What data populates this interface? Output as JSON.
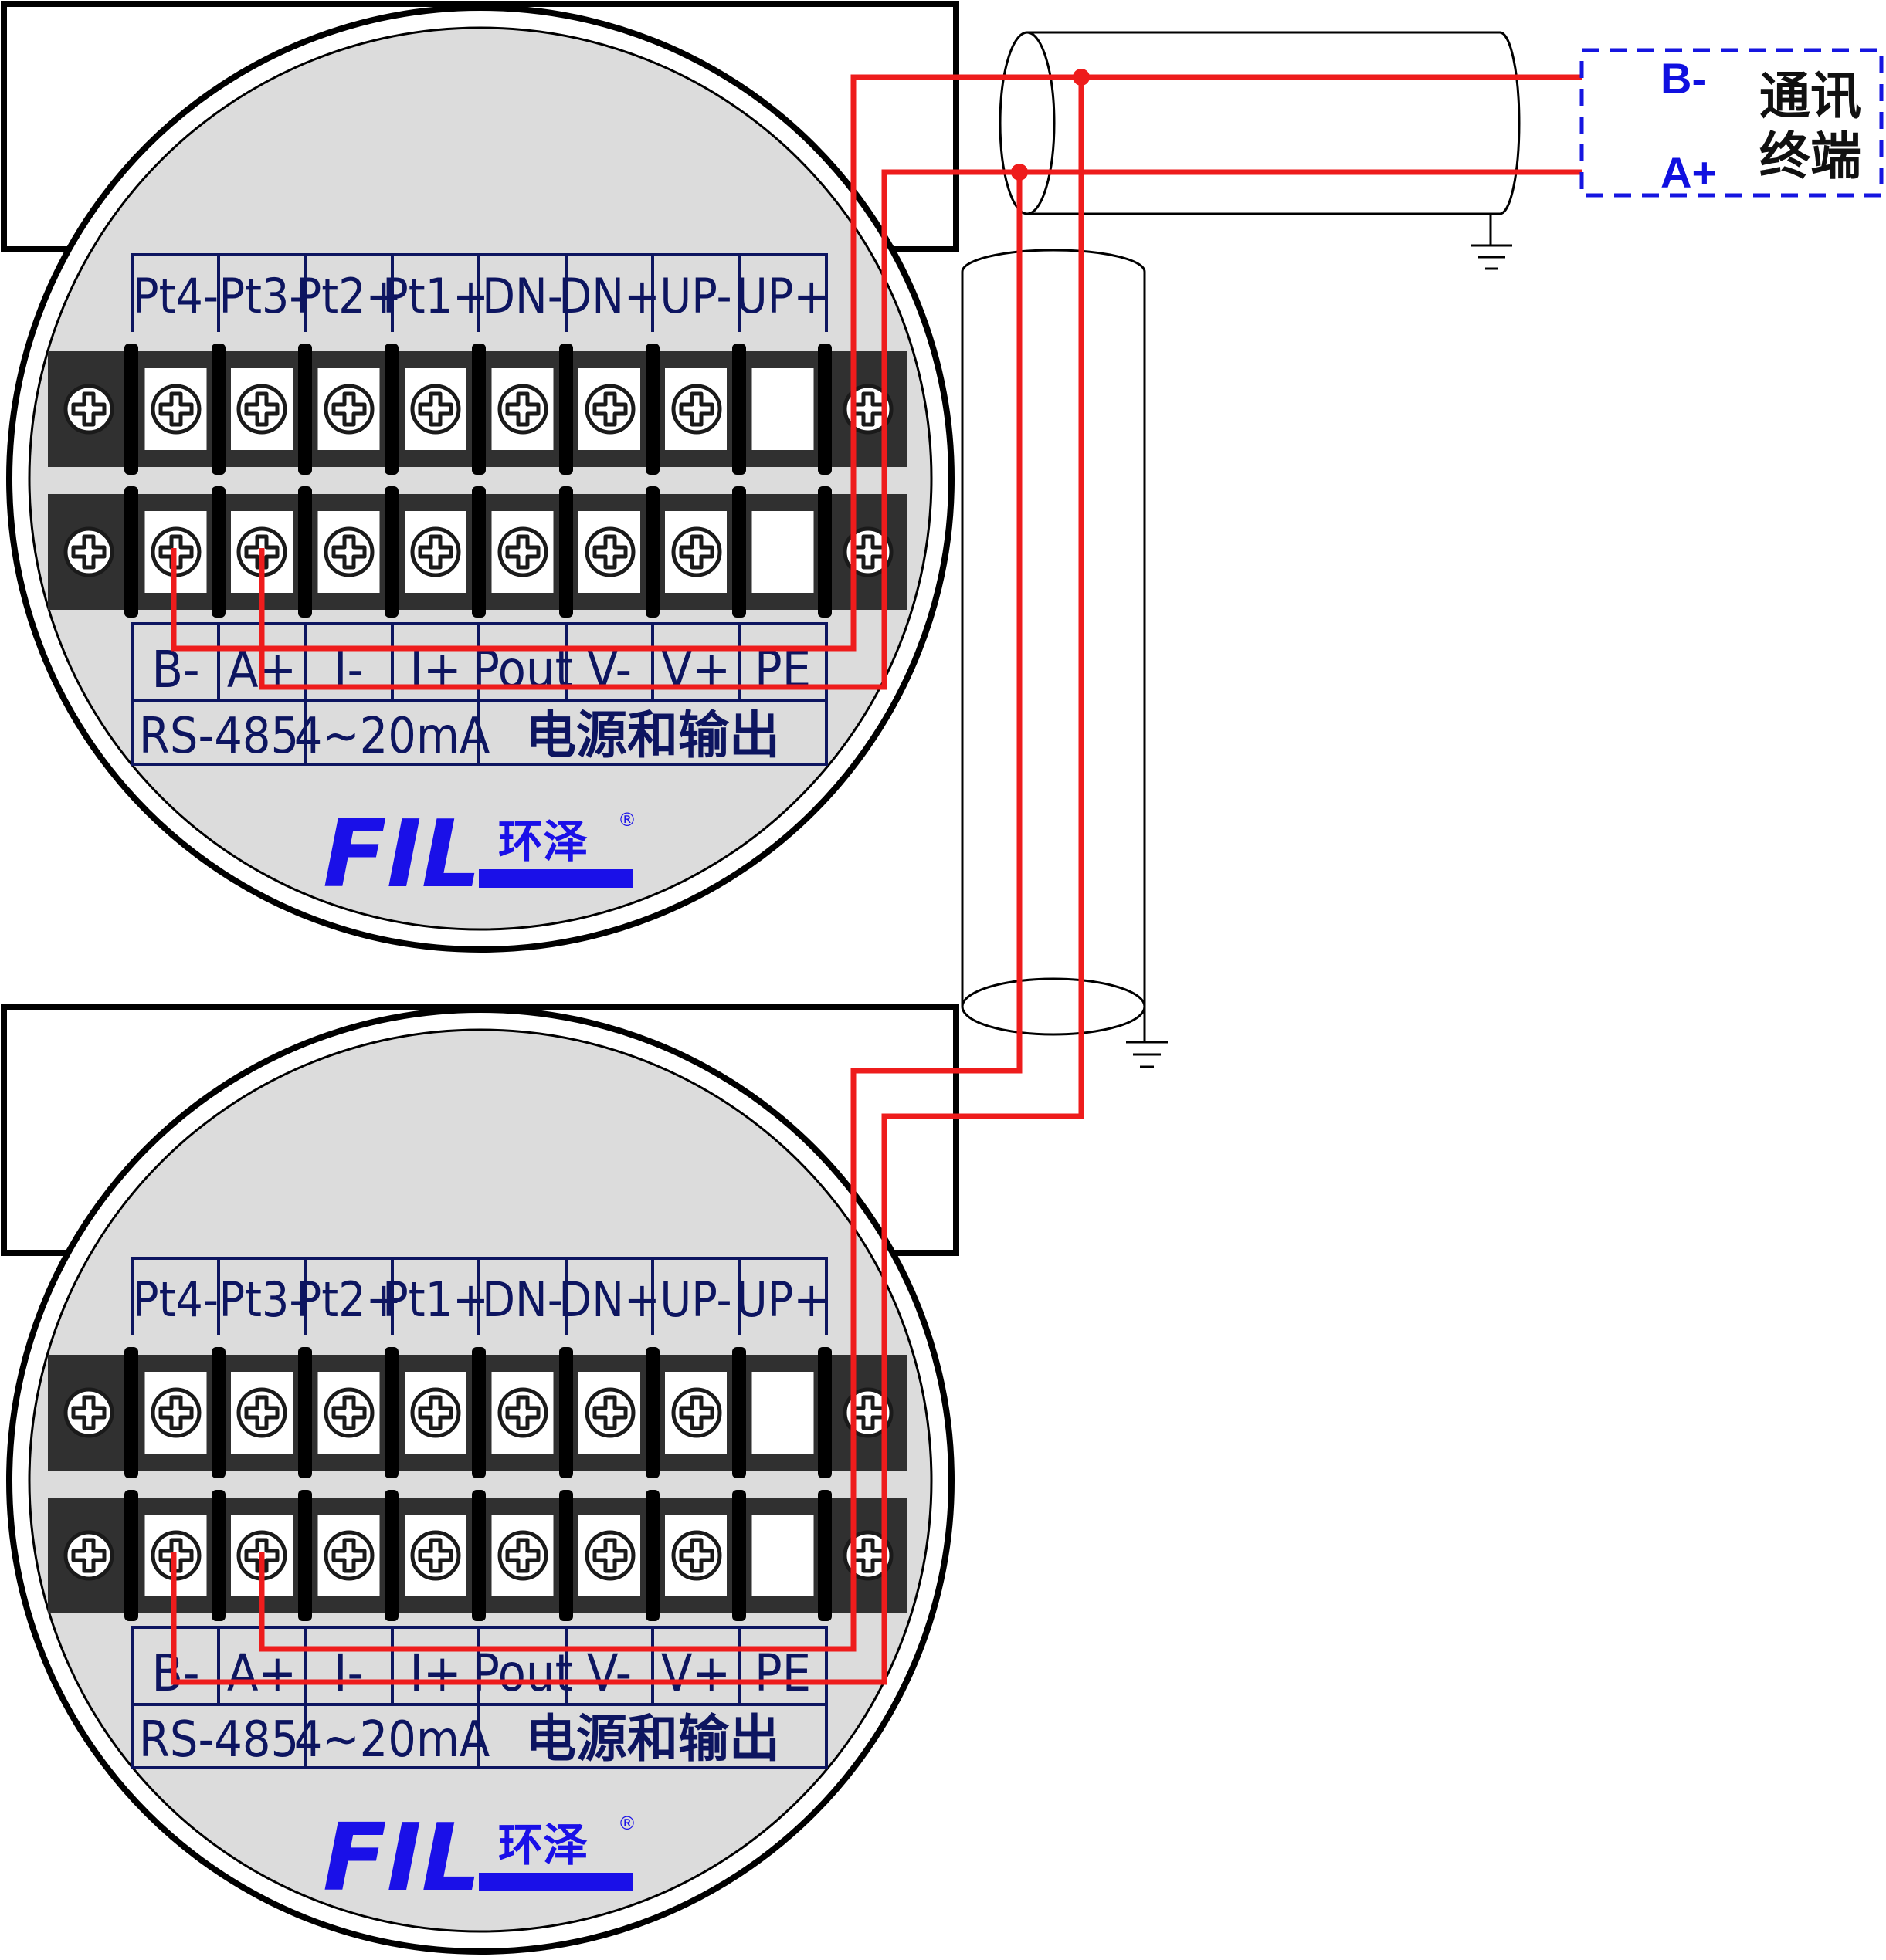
{
  "top_labels": [
    "Pt4-",
    "Pt3-",
    "Pt2+",
    "Pt1+",
    "DN-",
    "DN+",
    "UP-",
    "UP+"
  ],
  "bottom_labels": [
    "B-",
    "A+",
    "I-",
    "I+",
    "Pout",
    "V-",
    "V+",
    "PE"
  ],
  "groups": {
    "rs485": "RS-485",
    "current": "4~20mA",
    "power": "电源和输出"
  },
  "brand": {
    "logo": "FIL",
    "name": "环泽",
    "registered": "®"
  },
  "terminal": {
    "b_label": "B-",
    "a_label": "A+",
    "line1": "通讯",
    "line2": "终端"
  },
  "colors": {
    "wire": "#ee1c1c",
    "label_text": "#0d1560",
    "brand": "#1a10e8",
    "terminal_text": "#1010e0",
    "panel": "#dcdcdc",
    "terminal_block": "#303030"
  },
  "icons": {
    "screw": "screw-icon",
    "ground": "ground-icon"
  }
}
